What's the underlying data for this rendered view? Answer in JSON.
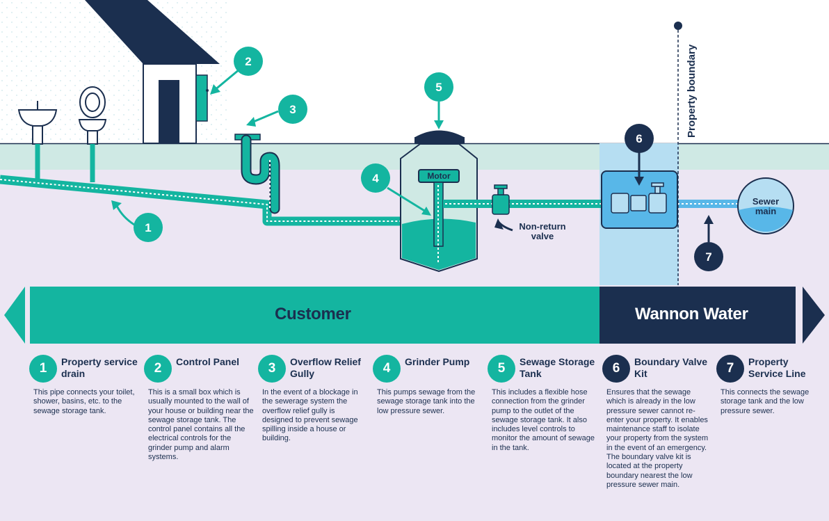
{
  "diagram": {
    "motor_label": "Motor",
    "valve_label": "Non-return\nvalve",
    "sewer_label": "Sewer\nmain",
    "boundary_label": "Property boundary",
    "callouts": [
      "1",
      "2",
      "3",
      "4",
      "5",
      "6",
      "7"
    ]
  },
  "band": {
    "customer": "Customer",
    "authority": "Wannon Water"
  },
  "legend": [
    {
      "num": "1",
      "title": "Property service drain",
      "desc": "This pipe connects your toilet, shower, basins, etc. to the sewage storage tank."
    },
    {
      "num": "2",
      "title": "Control Panel",
      "desc": "This is a small box which is usually mounted to the wall of your house or building near the sewage storage tank. The control panel contains all the electrical controls for the grinder pump and alarm systems."
    },
    {
      "num": "3",
      "title": "Overflow Relief Gully",
      "desc": "In the event of a blockage in the sewerage system the overflow relief gully is designed to prevent sewage spilling inside a house or building."
    },
    {
      "num": "4",
      "title": "Grinder Pump",
      "desc": "This pumps sewage from the sewage storage tank into the low pressure sewer."
    },
    {
      "num": "5",
      "title": "Sewage Storage Tank",
      "desc": "This includes a flexible hose connection from the grinder pump to the outlet of the sewage storage tank. It also includes level controls to monitor the amount of sewage in the tank."
    },
    {
      "num": "6",
      "title": "Boundary Valve Kit",
      "desc": "Ensures that the sewage which is already in the low pressure sewer cannot re-enter your property. It enables maintenance staff to isolate your property from the system in the event of an emergency. The boundary valve kit is located at the property boundary nearest the low pressure sewer main."
    },
    {
      "num": "7",
      "title": "Property Service Line",
      "desc": "This connects the sewage storage tank and the low pressure sewer."
    }
  ],
  "colors": {
    "teal": "#14b5a0",
    "navy": "#1b2f4f",
    "lavender": "#ece6f3",
    "ground": "#cfe9e4",
    "blue": "#58b7e8"
  }
}
